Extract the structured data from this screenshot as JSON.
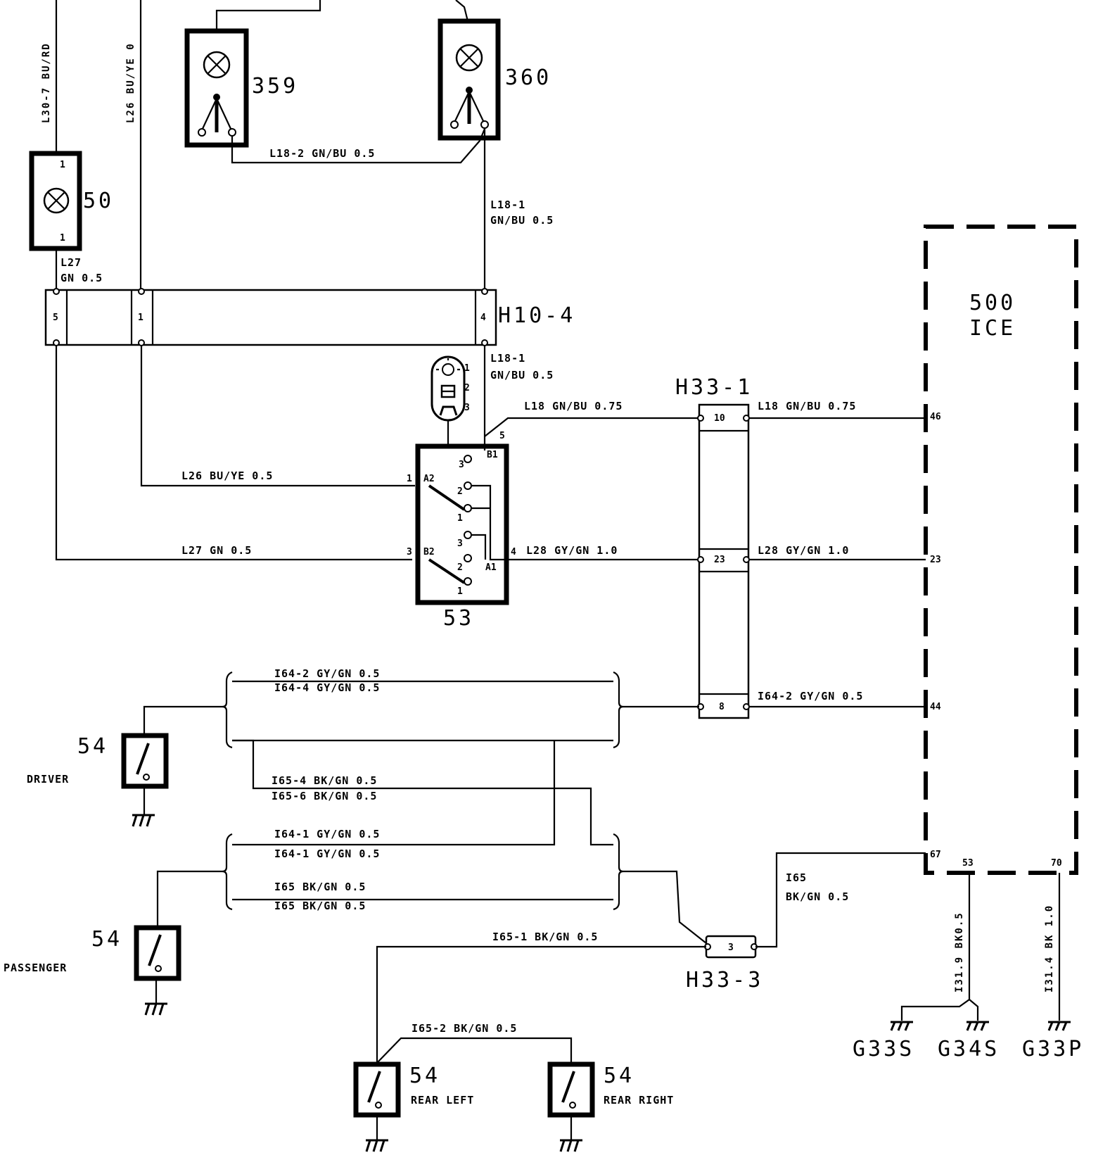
{
  "components": {
    "lamp_50": "50",
    "lamp_359": "359",
    "lamp_360": "360",
    "switch_53": "53",
    "ice_500": [
      "500",
      "ICE"
    ],
    "switch_driver": {
      "num": "54",
      "name": "DRIVER"
    },
    "switch_passenger": {
      "num": "54",
      "name": "PASSENGER"
    },
    "switch_rear_left": {
      "num": "54",
      "name": "REAR LEFT"
    },
    "switch_rear_right": {
      "num": "54",
      "name": "REAR RIGHT"
    }
  },
  "connectors": {
    "h10_4": "H10-4",
    "h33_1": "H33-1",
    "h33_3": "H33-3"
  },
  "wires": {
    "l30_7": "L30-7 BU/RD",
    "l26_top": "L26 BU/YE 0",
    "l18_2": "L18-2 GN/BU 0.5",
    "l18_1_top": [
      "L18-1",
      "GN/BU 0.5"
    ],
    "l27_top": [
      "L27",
      "GN 0.5"
    ],
    "l18_1_mid": [
      "L18-1",
      "GN/BU 0.5"
    ],
    "l18_a": "L18 GN/BU 0.75",
    "l18_b": "L18 GN/BU 0.75",
    "l26": "L26 BU/YE 0.5",
    "l27": "L27 GN 0.5",
    "l28_a": "L28 GY/GN 1.0",
    "l28_b": "L28 GY/GN 1.0",
    "i64_2": "I64-2 GY/GN 0.5",
    "i64_4": "I64-4 GY/GN 0.5",
    "i64_2b": "I64-2 GY/GN 0.5",
    "i65_4": "I65-4 BK/GN 0.5",
    "i65_6": "I65-6 BK/GN 0.5",
    "i64_1a": "I64-1 GY/GN 0.5",
    "i64_1b": "I64-1 GY/GN 0.5",
    "i65_a": "I65 BK/GN 0.5",
    "i65_b": "I65 BK/GN 0.5",
    "i65_r": [
      "I65",
      "BK/GN 0.5"
    ],
    "i65_1": "I65-1 BK/GN 0.5",
    "i65_2": "I65-2 BK/GN 0.5",
    "i31_9": "I31.9 BK0.5",
    "i31_4": "I31.4 BK 1.0"
  },
  "pins": {
    "h10_4": [
      "5",
      "1",
      "4"
    ],
    "h33_1": [
      "10",
      "23",
      "8"
    ],
    "h33_3": "3",
    "ice": [
      "46",
      "23",
      "44",
      "67",
      "53",
      "70"
    ],
    "lamp_50": [
      "1",
      "1"
    ],
    "sw53_outer": [
      "1",
      "3",
      "4",
      "5"
    ],
    "sw53_inner": [
      "A2",
      "B2",
      "A1",
      "B1"
    ],
    "sw53_contacts": [
      "3",
      "2",
      "1",
      "3",
      "2",
      "1"
    ],
    "indicator": [
      "1",
      "2",
      "3"
    ]
  },
  "grounds": [
    "G33S",
    "G34S",
    "G33P"
  ]
}
